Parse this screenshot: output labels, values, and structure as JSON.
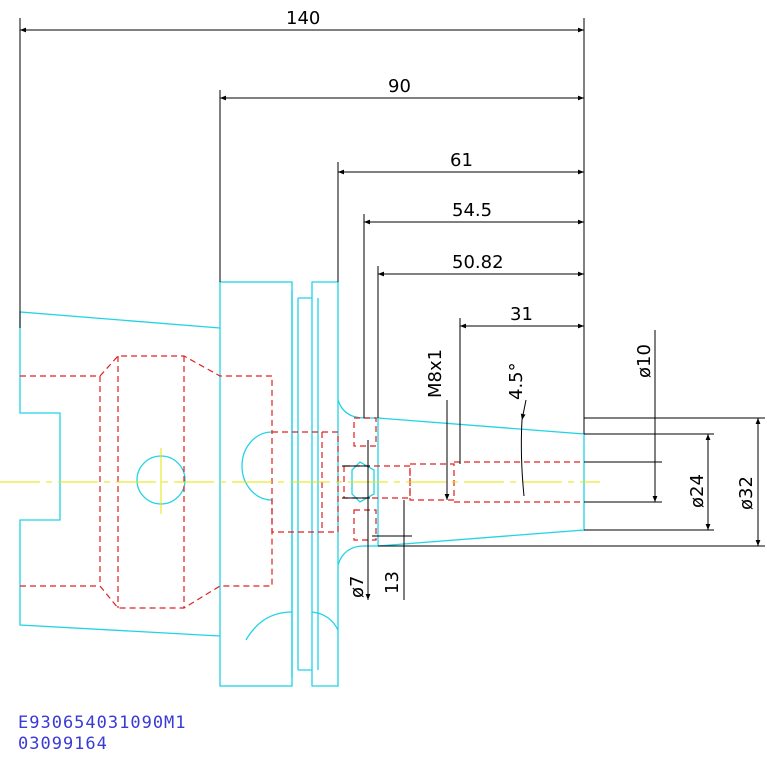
{
  "dimensions": {
    "d140": "140",
    "d90": "90",
    "d61": "61",
    "d54_5": "54.5",
    "d50_82": "50.82",
    "d31": "31",
    "thread": "M8x1",
    "angle": "4.5°",
    "dia10": "ø10",
    "dia24": "ø24",
    "dia32": "ø32",
    "dia7": "ø7",
    "d13": "13"
  },
  "part": {
    "code": "E930654031090M1",
    "number": "03099164"
  },
  "colors": {
    "outline": "#22d3e6",
    "hidden": "#e02020",
    "center": "#e6e600",
    "dimension": "#000000",
    "part_text": "#3a3ad6"
  }
}
